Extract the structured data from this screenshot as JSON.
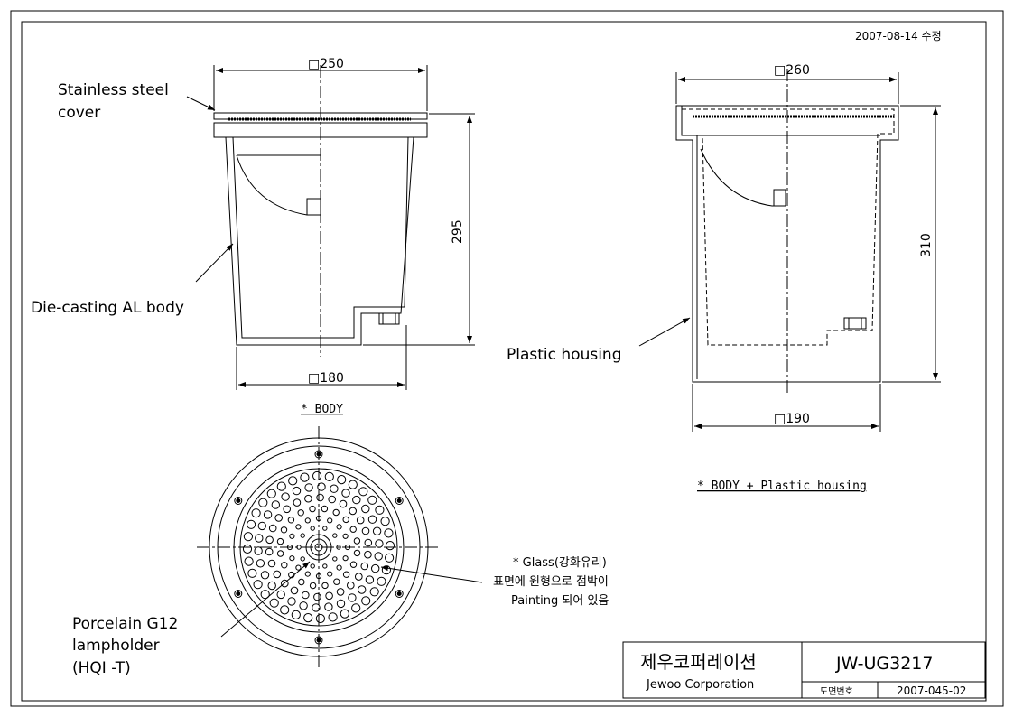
{
  "revision": "2007-08-14 수정",
  "body_view": {
    "top_dim": "□250",
    "height_dim": "295",
    "bottom_dim": "□180",
    "label_cover": [
      "Stainless steel",
      "cover"
    ],
    "label_body": "Die-casting AL  body",
    "caption": "* BODY"
  },
  "housing_view": {
    "top_dim": "□260",
    "height_dim": "310",
    "bottom_dim": "□190",
    "label_housing": "Plastic housing",
    "caption": "* BODY + Plastic housing"
  },
  "plan_view": {
    "label_lampholder": [
      "Porcelain G12",
      "lampholder",
      "(HQI -T)"
    ],
    "glass_note": [
      "* Glass(강화유리)",
      "표면에 원형으로 점박이",
      "Painting 되어 있음"
    ]
  },
  "title_block": {
    "company_kr": "제우코퍼레이션",
    "company_en": "Jewoo Corporation",
    "model": "JW-UG3217",
    "drawing_no_label": "도면번호",
    "drawing_no": "2007-045-02"
  }
}
